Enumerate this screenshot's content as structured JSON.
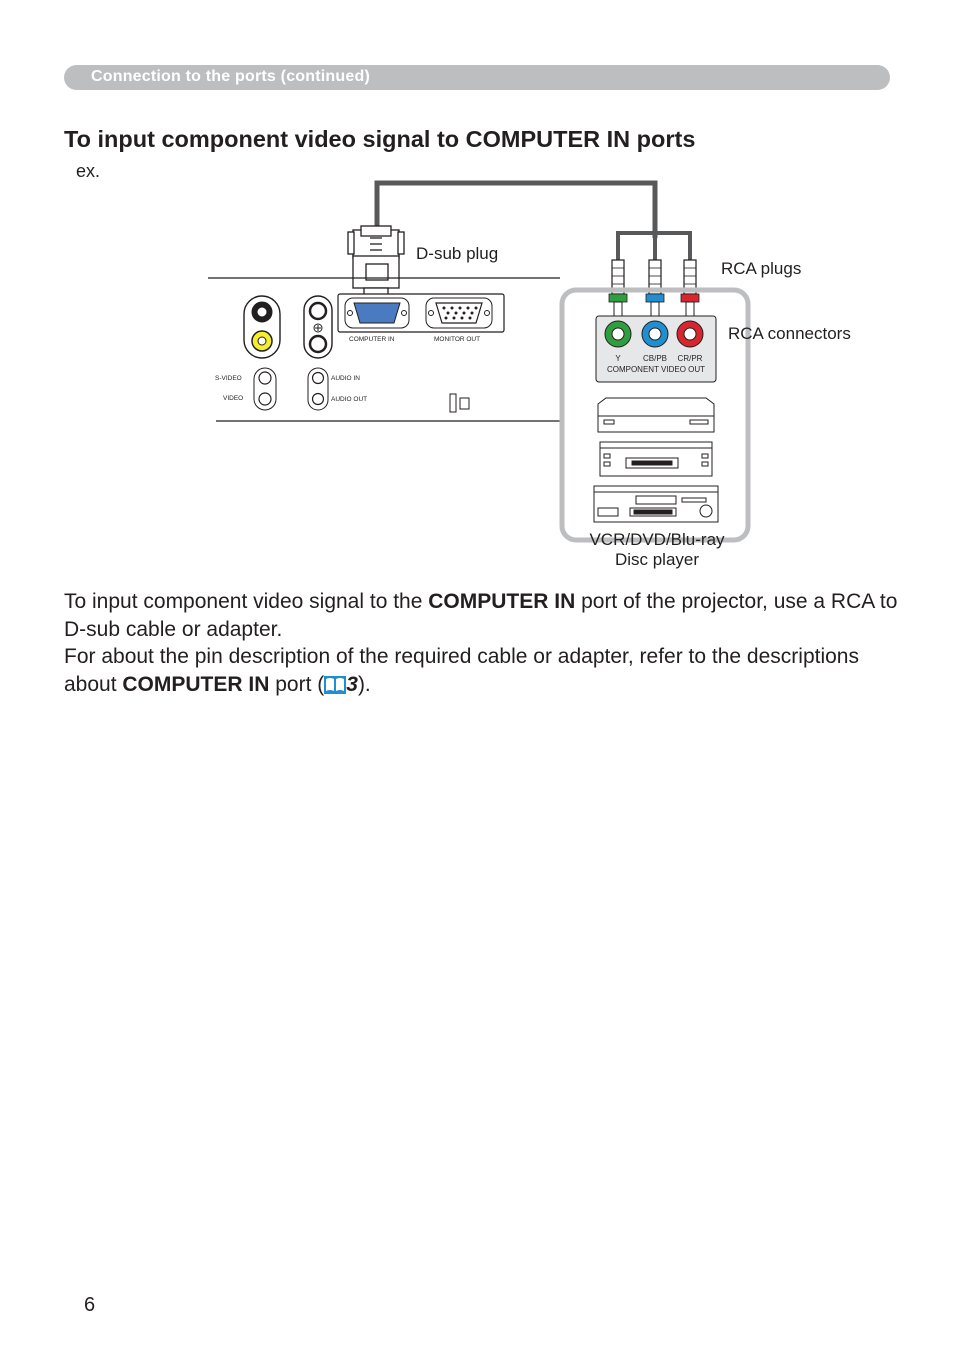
{
  "header": {
    "section_label": "Connection to the ports (continued)"
  },
  "title": "To input component video signal to COMPUTER IN ports",
  "example_label": "ex.",
  "diagram": {
    "labels": {
      "dsub_plug": "D-sub plug",
      "rca_plugs": "RCA plugs",
      "rca_connectors": "RCA connectors",
      "device_line1": "VCR/DVD/Blu-ray",
      "device_line2": "Disc player"
    },
    "projector_ports": {
      "computer_in": "COMPUTER IN",
      "monitor_out": "MONITOR OUT",
      "s_video": "S-VIDEO",
      "video": "VIDEO",
      "audio_in": "AUDIO IN",
      "audio_out": "AUDIO OUT"
    },
    "component_out": {
      "y": "Y",
      "cb": "CB/PB",
      "cr": "CR/PR",
      "caption": "COMPONENT VIDEO OUT"
    },
    "rca_colors": {
      "y": "#2e9e3e",
      "cb": "#1f8fd0",
      "cr": "#d7262e"
    }
  },
  "body": {
    "p1_before": "To input component video signal to the ",
    "p1_bold": "COMPUTER IN",
    "p1_after": " port of the projector, use a RCA to D-sub cable or adapter.",
    "p2_before": "For about the pin description of the required cable or adapter, refer to the descriptions about ",
    "p2_bold": "COMPUTER IN",
    "p2_mid": " port (",
    "p2_ref": "3",
    "p2_end": ")."
  },
  "page_number": "6"
}
